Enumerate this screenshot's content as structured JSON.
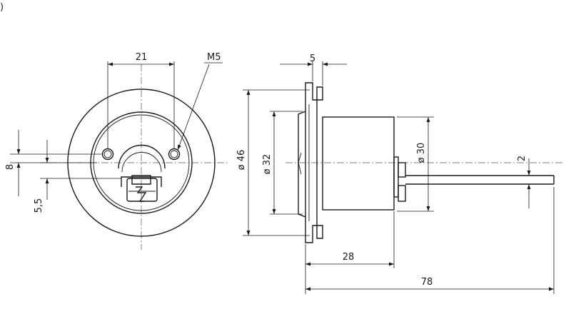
{
  "figure_marker": ")",
  "front_view": {
    "hole_spacing": "21",
    "thread": "M5",
    "height_offset": "8",
    "center_offset": "5,5"
  },
  "side_view": {
    "flange_thickness": "5",
    "flange_diameter": "ø 46",
    "body_diameter": "ø 32",
    "rear_diameter": "ø 30",
    "bar_width": "2",
    "body_length": "28",
    "overall_length": "78"
  }
}
